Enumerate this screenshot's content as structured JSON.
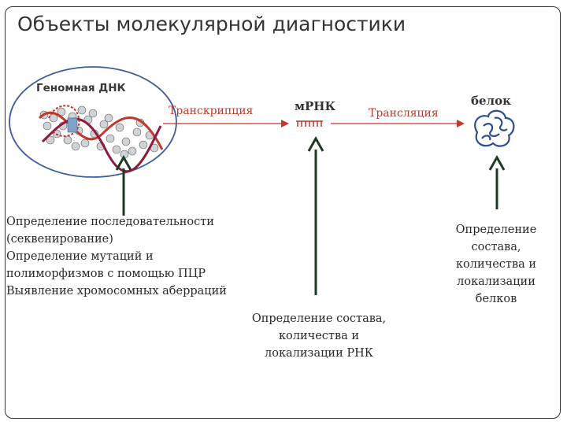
{
  "title": "Объекты молекулярной диагностики",
  "nodes": {
    "genome_dna": "Геномная ДНК",
    "mrna": "мРНК",
    "protein": "белок"
  },
  "processes": {
    "transcription": "Транскрипция",
    "translation": "Трансляция"
  },
  "methods": {
    "dna": [
      "Определение последовательности",
      "(секвенирование)",
      "Определение мутаций и",
      "полиморфизмов с помощью ПЦР",
      "Выявление хромосомных аберраций"
    ],
    "rna": [
      "Определение состава,",
      "количества и",
      "локализации РНК"
    ],
    "protein": [
      "Определение",
      "состава,",
      "количества и",
      "локализации",
      "белков"
    ]
  },
  "colors": {
    "ellipse": "#3d5f9e",
    "process_arrows": "#c0392b",
    "method_arrows": "#1f3a24",
    "protein_blob": "#2c4d8f",
    "dna_backbone": "#c0392b"
  }
}
